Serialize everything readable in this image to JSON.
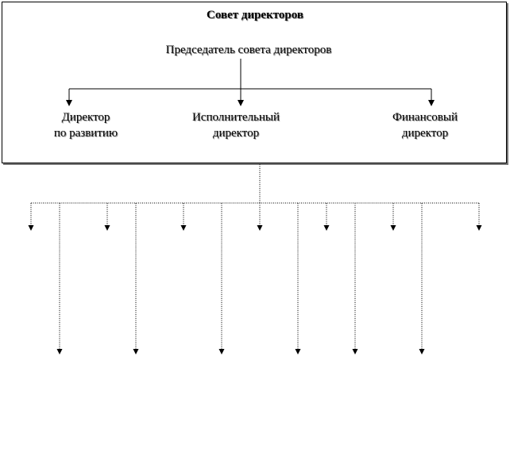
{
  "board": {
    "title": "Совет директоров",
    "chairman": "Председатель совета директоров"
  },
  "directors": [
    {
      "line1": "Директор",
      "line2": "по развитию"
    },
    {
      "line1": "Исполнительный",
      "line2": "директор"
    },
    {
      "line1": "Финансовый",
      "line2": "директор"
    }
  ]
}
